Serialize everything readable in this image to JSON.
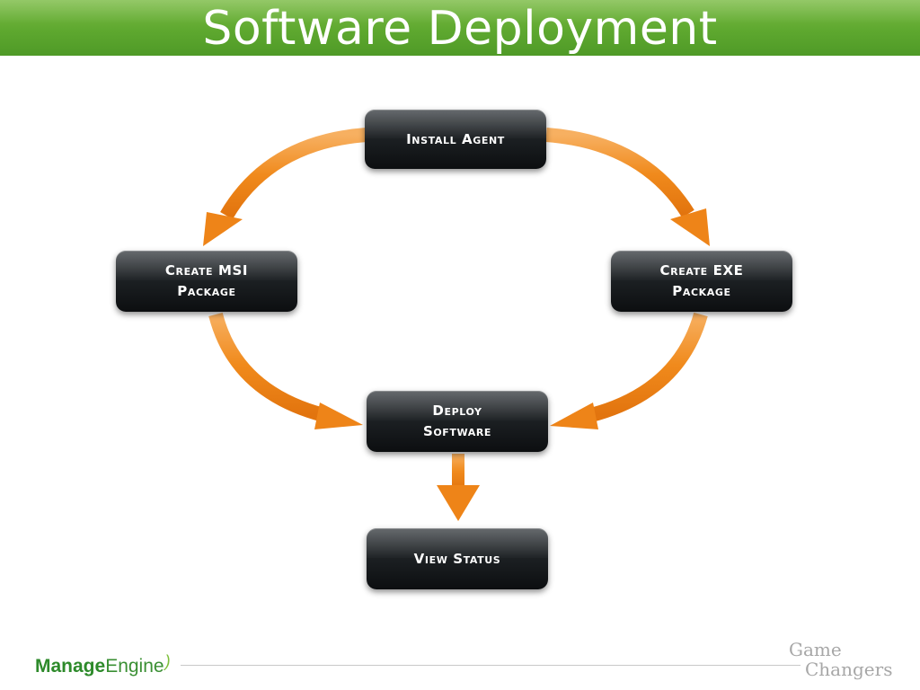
{
  "header": {
    "title": "Software Deployment"
  },
  "diagram": {
    "nodes": {
      "install_agent": "Install Agent",
      "create_msi": "Create MSI\nPackage",
      "create_exe": "Create EXE\nPackage",
      "deploy_software": "Deploy\nSoftware",
      "view_status": "View Status"
    },
    "colors": {
      "arrow": "#f08a1c",
      "node": "#15181b",
      "header": "#5ea82f"
    }
  },
  "footer": {
    "logo_bold": "Manage",
    "logo_light": "Engine",
    "tagline_line1": "Game",
    "tagline_line2": "Changers"
  }
}
